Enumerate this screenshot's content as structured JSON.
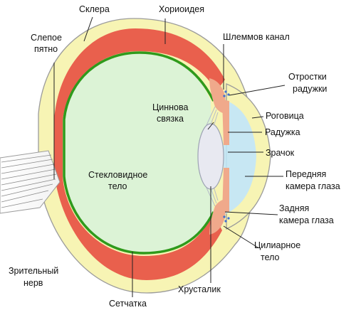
{
  "labels": {
    "sclera": "Склера",
    "choroid": "Хориоидея",
    "blind_spot": [
      "Слепое",
      "пятно"
    ],
    "schlemm_canal": "Шлеммов канал",
    "iris_processes": [
      "Отростки",
      "радужки"
    ],
    "zonule": [
      "Циннова",
      "связка"
    ],
    "cornea": "Роговица",
    "iris": "Радужка",
    "vitreous": [
      "Стекловидное",
      "тело"
    ],
    "pupil": "Зрачок",
    "anterior_chamber": [
      "Передняя",
      "камера глаза"
    ],
    "posterior_chamber": [
      "Задняя",
      "камера глаза"
    ],
    "ciliary_body": [
      "Цилиарное",
      "тело"
    ],
    "optic_nerve": [
      "Зрительный",
      "нерв"
    ],
    "lens": "Хрусталик",
    "retina": "Сетчатка"
  },
  "colors": {
    "sclera": "#f7f4b4",
    "sclera_outline": "#9b9b9b",
    "choroid": "#e9604d",
    "retina": "#2f9a1c",
    "vitreous": "#dcf3d6",
    "cornea_chamber": "#c7e7f3",
    "lens": "#e8e9f1",
    "iris_ciliary": "#f0a98b",
    "zonule": "#b6bcc8",
    "leader": "#222222"
  }
}
